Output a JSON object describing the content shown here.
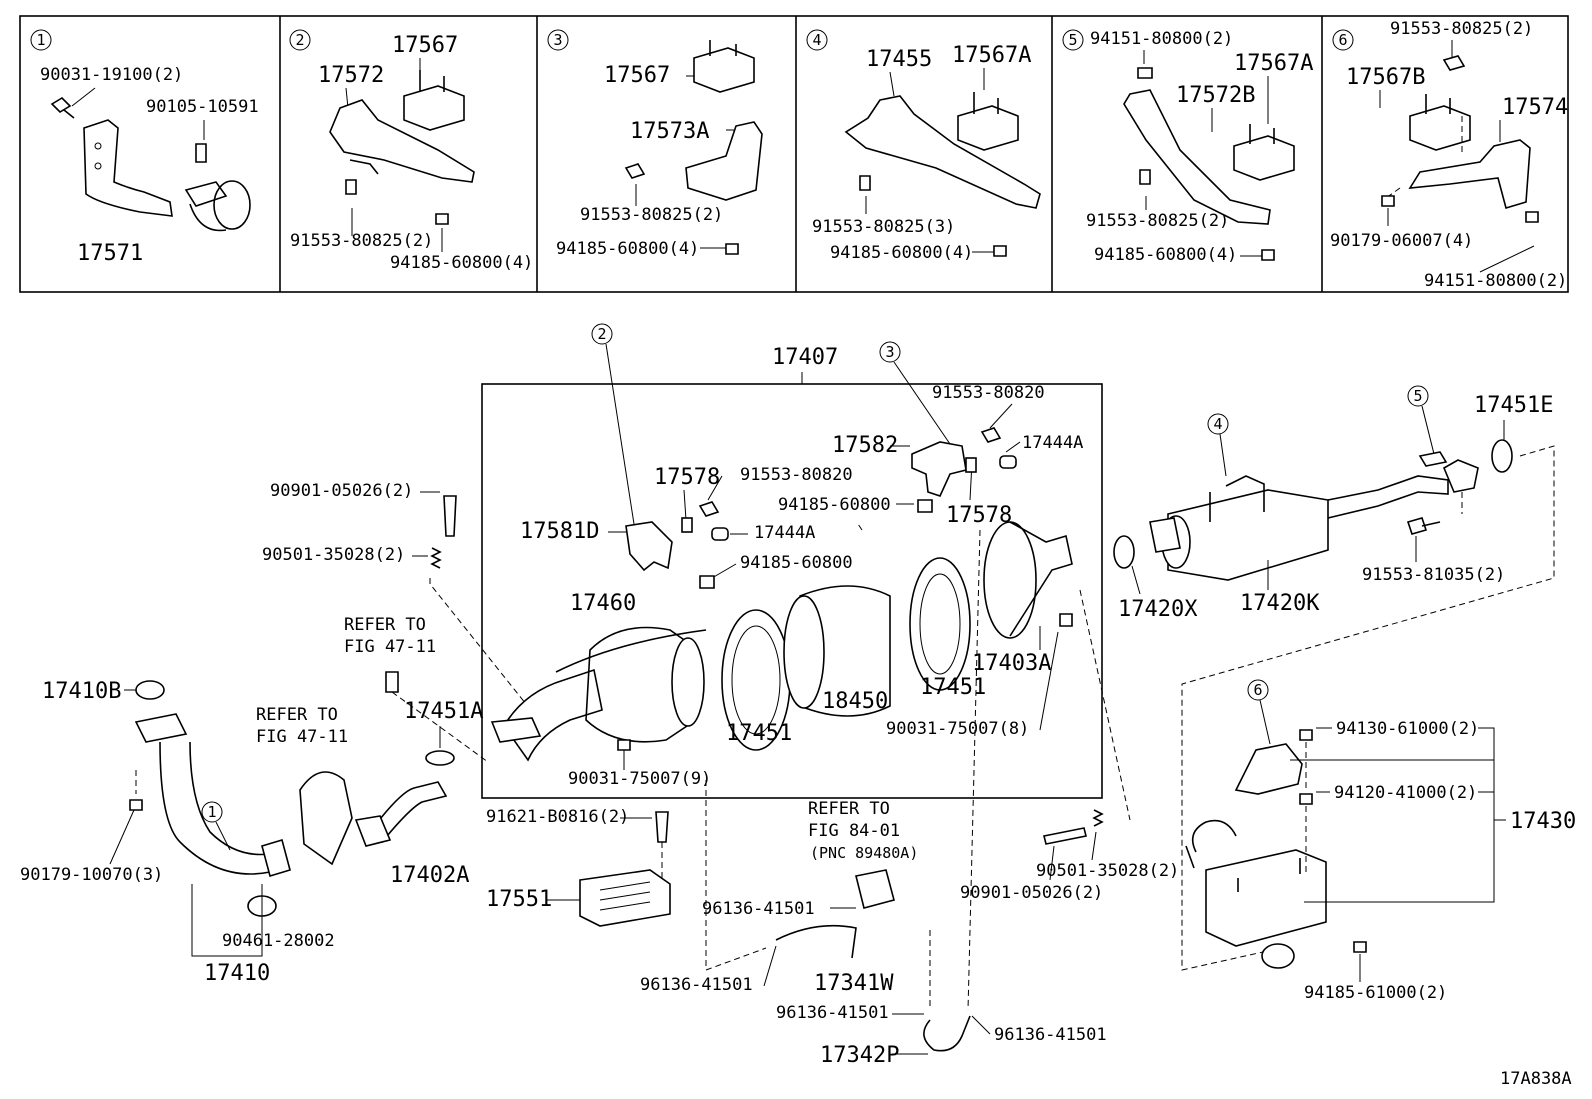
{
  "figure_id": "17A838A",
  "groups": {
    "g1": {
      "num": "1",
      "parts": [
        "90031-19100(2)",
        "90105-10591",
        "17571"
      ]
    },
    "g2": {
      "num": "2",
      "parts": [
        "17567",
        "17572",
        "91553-80825(2)",
        "94185-60800(4)"
      ]
    },
    "g3": {
      "num": "3",
      "parts": [
        "17567",
        "17573A",
        "91553-80825(2)",
        "94185-60800(4)"
      ]
    },
    "g4": {
      "num": "4",
      "parts": [
        "17455",
        "17567A",
        "91553-80825(3)",
        "94185-60800(4)"
      ]
    },
    "g5": {
      "num": "5",
      "parts": [
        "94151-80800(2)",
        "17567A",
        "17572B",
        "91553-80825(2)",
        "94185-60800(4)"
      ]
    },
    "g6": {
      "num": "6",
      "parts": [
        "91553-80825(2)",
        "17567B",
        "17574",
        "90179-06007(4)",
        "94151-80800(2)"
      ]
    }
  },
  "main": {
    "assembly_17407": "17407",
    "callouts": [
      "2",
      "3",
      "4",
      "5",
      "1",
      "6"
    ],
    "labels": {
      "p91553_80820_a": "91553-80820",
      "p17444A_a": "17444A",
      "p17582": "17582",
      "p17578_a": "17578",
      "p94185_60800_a": "94185-60800",
      "p17578_b": "17578",
      "p91553_80820_b": "91553-80820",
      "p17581D": "17581D",
      "p17444A_b": "17444A",
      "p94185_60800_b": "94185-60800",
      "p90901_05026_a": "90901-05026(2)",
      "p90501_35028_a": "90501-35028(2)",
      "refer1_a": "REFER TO",
      "refer1_b": "FIG 47-11",
      "refer2_a": "REFER TO",
      "refer2_b": "FIG 47-11",
      "p17460": "17460",
      "p17451_a": "17451",
      "p18450": "18450",
      "p17451_b": "17451",
      "p17403A": "17403A",
      "p90031_75007_8": "90031-75007(8)",
      "p90031_75007_9": "90031-75007(9)",
      "p17410B": "17410B",
      "p17451A": "17451A",
      "p17402A": "17402A",
      "p90179_10070": "90179-10070(3)",
      "p90461_28002": "90461-28002",
      "p17410": "17410",
      "p91621_B0816": "91621-B0816(2)",
      "p17551": "17551",
      "refer3_a": "REFER TO",
      "refer3_b": "FIG 84-01",
      "refer3_c": "(PNC 89480A)",
      "p96136_41501_a": "96136-41501",
      "p96136_41501_b": "96136-41501",
      "p17341W": "17341W",
      "p96136_41501_c": "96136-41501",
      "p96136_41501_d": "96136-41501",
      "p17342P": "17342P",
      "p90901_05026_b": "90901-05026(2)",
      "p90501_35028_b": "90501-35028(2)",
      "p17451E": "17451E",
      "p91553_81035": "91553-81035(2)",
      "p17420X": "17420X",
      "p17420K": "17420K",
      "p94130_61000": "94130-61000(2)",
      "p94120_41000": "94120-41000(2)",
      "p17430": "17430",
      "p94185_61000": "94185-61000(2)"
    }
  }
}
